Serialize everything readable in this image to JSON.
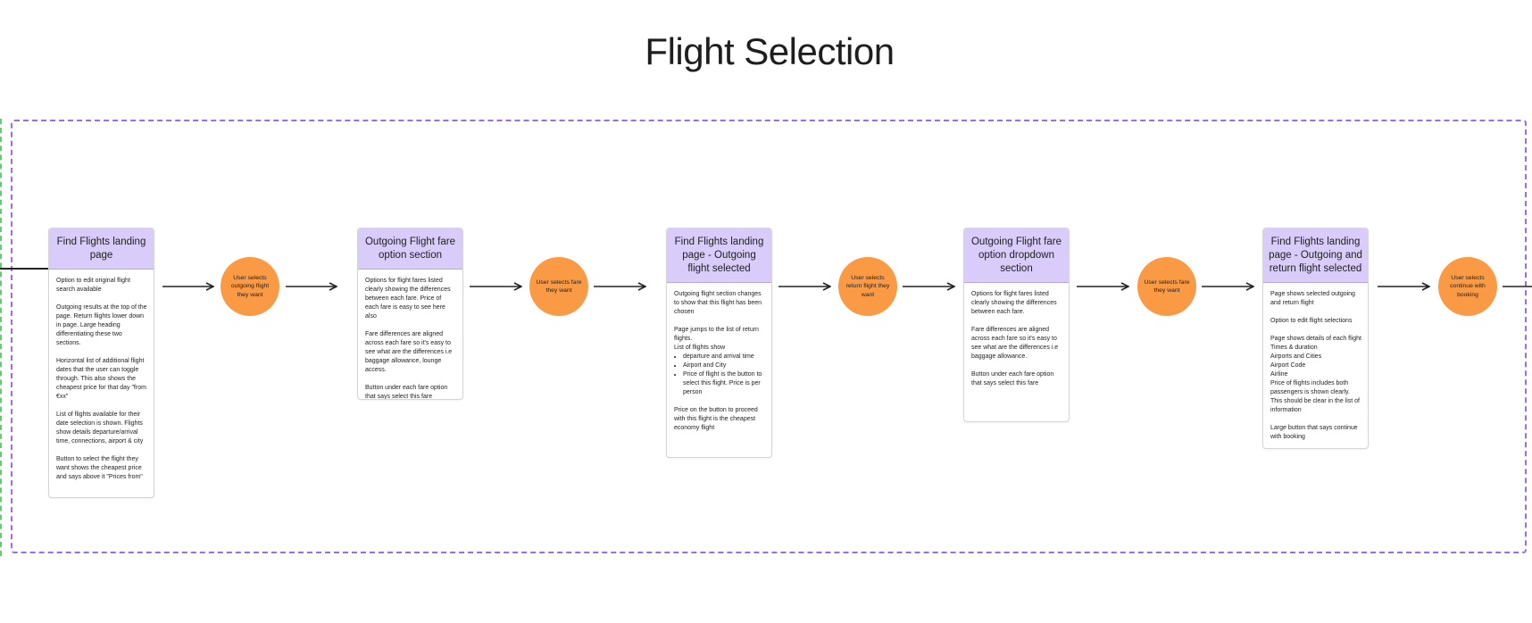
{
  "title": "Flight Selection",
  "cards": [
    {
      "heading": "Find Flights landing page",
      "paragraphs": [
        "Option to edit original flight search available",
        "Outgoing results at the top of the page. Return flights lower down in page. Large heading differentiating these two sections.",
        "Horizontal list of additional flight dates that the user can toggle through. This also shows the cheapest price for that day \"from €xx\"",
        "List of flights available for their date selection is shown.  Flights show details departure/arrival time, connections, airport & city",
        "Button to select the flight they want shows the cheapest price and says above it \"Prices from\""
      ]
    },
    {
      "heading": "Outgoing Flight fare option section",
      "paragraphs": [
        "Options for flight fares listed clearly showing the differences between each fare. Price of each fare is easy to see here also",
        "Fare differences are aligned across each fare so it's easy to see what are the differences i.e baggage allowance, lounge access.",
        "Button under each fare option that says select this fare"
      ]
    },
    {
      "heading": "Find Flights landing page - Outgoing flight selected",
      "p1": "Outgoing flight section changes to show that this flight has been chosen",
      "p2": "Page jumps to the list of return flights.\nList of flights show",
      "bullets": [
        "departure and arrival time",
        "Airport and City",
        "Price of flight is the button to select this flight. Price is per person"
      ],
      "p3": "Price on the button to proceed with this flight is the cheapest economy flight"
    },
    {
      "heading": "Outgoing Flight fare option dropdown section",
      "paragraphs": [
        "Options for flight fares listed clearly showing the differences between each fare.",
        "Fare differences are aligned across each fare so it's easy to see what are the differences i.e baggage allowance.",
        "Button under each fare option that says select this fare"
      ]
    },
    {
      "heading": "Find Flights landing page - Outgoing and return flight selected",
      "paragraphs": [
        "Page shows selected outgoing and return flight",
        "Option to edit flight selections",
        "Page shows details of each flight\nTimes & duration\nAirports and Cities\nAirport Code\nAirline\nPrice of flights includes both passengers is shown clearly. This should be clear in the list of information",
        "Large button that says continue with booking"
      ]
    }
  ],
  "steps": [
    "User selects outgoing flight they want",
    "User selects fare they want",
    "User selects return flight they want",
    "User selects fare they want",
    "User selects continue with booking"
  ],
  "colors": {
    "card_header": "#d9ccfb",
    "step_circle": "#fb9a45",
    "frame_border": "#9b6cf0",
    "green_guide": "#5ecf6a"
  }
}
